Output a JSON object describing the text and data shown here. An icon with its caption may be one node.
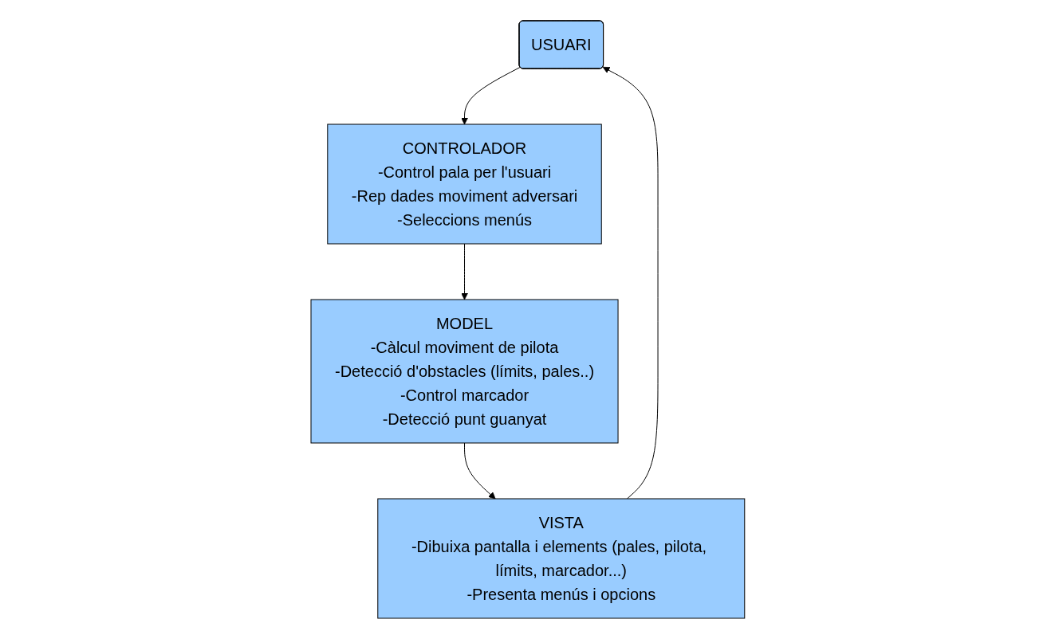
{
  "diagram": {
    "nodes": [
      {
        "text": [
          "USUARI"
        ]
      },
      {
        "text": [
          "VISTA",
          "-Dibuixa pantalla i elements (pales, pilota, límits, marcador...)",
          "-Presenta menús i opcions"
        ]
      },
      {
        "text": [
          "CONTROLADOR",
          "-Control pala per l'usuari",
          "-Rep dades moviment adversari",
          "-Seleccions menús"
        ]
      },
      {
        "text": [
          "MODEL",
          "-Càlcul moviment de pilota",
          "-Detecció d'obstacles (límits, pales..)",
          "-Control marcador",
          "-Detecció punt guanyat"
        ]
      }
    ],
    "edges": [
      {
        "from": 0,
        "to": 2,
        "arrow": "to"
      },
      {
        "from": 2,
        "to": 3,
        "arrow": "to"
      },
      {
        "from": 3,
        "to": 1,
        "arrow": "to"
      },
      {
        "from": 1,
        "to": 0,
        "arrow": "to"
      }
    ]
  }
}
